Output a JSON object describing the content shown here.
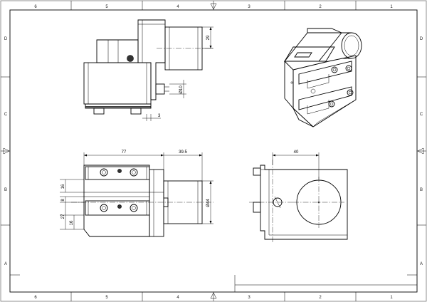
{
  "zones": {
    "top": [
      "6",
      "5",
      "4",
      "3",
      "2",
      "1"
    ],
    "bottom": [
      "6",
      "5",
      "4",
      "3",
      "2",
      "1"
    ],
    "left": [
      "D",
      "C",
      "B",
      "A"
    ],
    "right": [
      "D",
      "C",
      "B",
      "A"
    ]
  },
  "dimensions": {
    "side_height": "29",
    "side_dia": "Ø10",
    "side_offset": "3",
    "front_width": "77",
    "front_length": "39.5",
    "front_dia": "Ø44",
    "front_h1": "16",
    "front_h2": "8",
    "front_h3": "27",
    "front_h4": "16",
    "end_width": "40"
  }
}
